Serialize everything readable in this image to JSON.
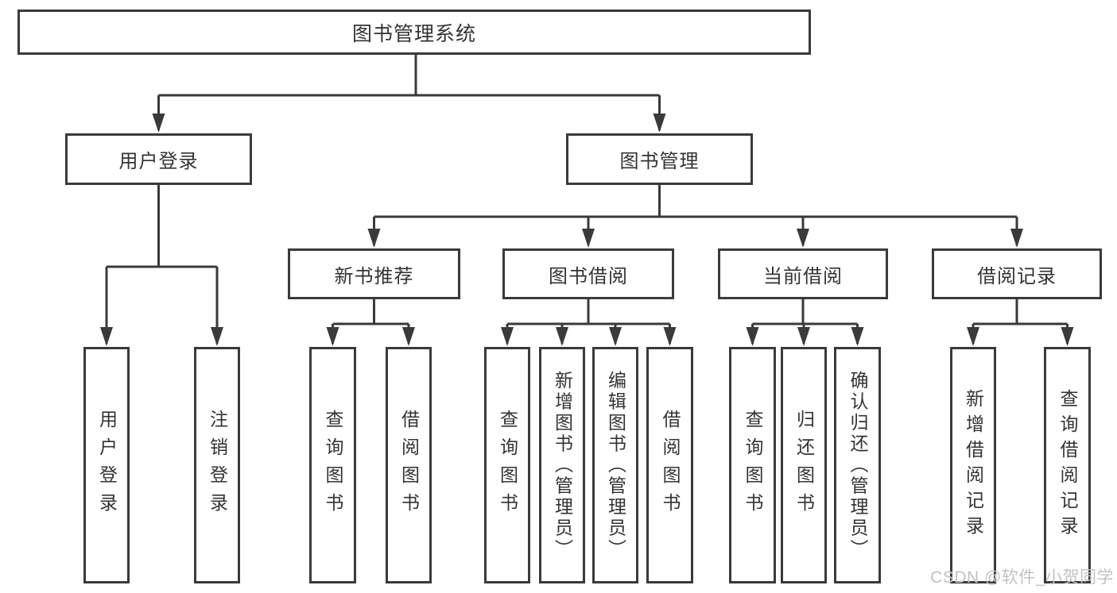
{
  "colors": {
    "line": "#3a3a3a",
    "text": "#333333",
    "box_fill": "#ffffff",
    "background": "#ffffff",
    "watermark": "#c2c2c2"
  },
  "watermark": {
    "text": "CSDN @软件_小贺同学"
  },
  "diagram_type": "hierarchy",
  "tree": {
    "label": "图书管理系统",
    "children": [
      {
        "label": "用户登录",
        "children": [
          {
            "label": "用户登录"
          },
          {
            "label": "注销登录"
          }
        ]
      },
      {
        "label": "图书管理",
        "children": [
          {
            "label": "新书推荐",
            "children": [
              {
                "label": "查询图书"
              },
              {
                "label": "借阅图书"
              }
            ]
          },
          {
            "label": "图书借阅",
            "children": [
              {
                "label": "查询图书"
              },
              {
                "label": "新增图书（管理员）"
              },
              {
                "label": "编辑图书（管理员）"
              },
              {
                "label": "借阅图书"
              }
            ]
          },
          {
            "label": "当前借阅",
            "children": [
              {
                "label": "查询图书"
              },
              {
                "label": "归还图书"
              },
              {
                "label": "确认归还（管理员）"
              }
            ]
          },
          {
            "label": "借阅记录",
            "children": [
              {
                "label": "新增借阅记录"
              },
              {
                "label": "查询借阅记录"
              }
            ]
          }
        ]
      }
    ]
  }
}
